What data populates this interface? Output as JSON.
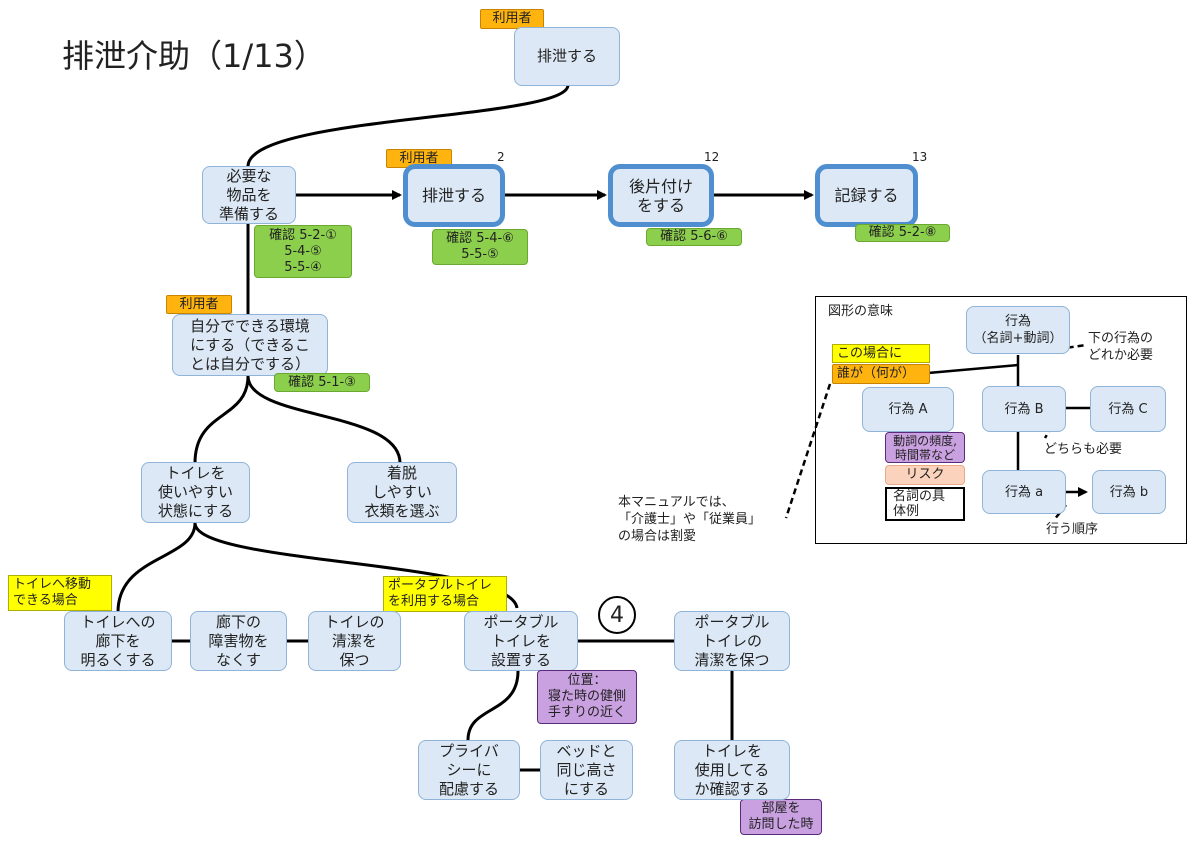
{
  "title": "排泄介助（1/13）",
  "tags": {
    "user_top": "利用者",
    "user_2": "利用者",
    "user_env": "利用者",
    "toilet_move": "トイレへ移動\nできる場合",
    "portable_use": "ポータブルトイレ\nを利用する場合"
  },
  "nodes": {
    "excrete_top": "排泄する",
    "prepare": "必要な\n物品を\n準備する",
    "excrete": "排泄する",
    "cleanup": "後片付け\nをする",
    "record": "記録する",
    "environment": "自分でできる環境\nにする（できるこ\nとは自分でする）",
    "toilet_easy": "トイレを\n使いやすい\n状態にする",
    "clothes": "着脱\nしやすい\n衣類を選ぶ",
    "corridor_light": "トイレへの\n廊下を\n明るくする",
    "corridor_obstacle": "廊下の\n障害物を\nなくす",
    "toilet_clean": "トイレの\n清潔を\n保つ",
    "portable_place": "ポータブル\nトイレを\n設置する",
    "portable_clean": "ポータブル\nトイレの\n清潔を保つ",
    "privacy": "プライバ\nシーに\n配慮する",
    "bed_height": "ベッドと\n同じ高さ\nにする",
    "toilet_check": "トイレを\n使用してる\nか確認する"
  },
  "step_numbers": {
    "excrete": "2",
    "cleanup": "12",
    "record": "13",
    "circle": "4"
  },
  "confirm": {
    "prepare": "確認 5-2-①\n5-4-⑤\n5-5-④",
    "excrete": "確認 5-4-⑥\n5-5-⑤",
    "cleanup": "確認 5-6-⑥",
    "record": "確認 5-2-⑧",
    "environment": "確認 5-1-③"
  },
  "notes": {
    "position": "位置：\n寝た時の健側\n手すりの近く",
    "room_visit": "部屋を\n訪問した時"
  },
  "legend": {
    "title": "図形の意味",
    "action": "行為\n（名詞+動詞）",
    "one_of": "下の行為の\nどれか必要",
    "condition": "この場合に",
    "who": "誰が（何が）",
    "action_a": "行為 A",
    "action_b_big": "行為 B",
    "action_c": "行為 C",
    "both_required": "どちらも必要",
    "frequency": "動詞の頻度,\n時間帯など",
    "risk": "リスク",
    "example": "名詞の具\n体例",
    "action_a_small": "行為 a",
    "action_b_small": "行為 b",
    "order": "行う順序",
    "manual_note": "本マニュアルでは、\n「介護士」や「従業員」\nの場合は割愛"
  },
  "colors": {
    "node_fill": "#dce8f5",
    "node_border": "#8fb3d9",
    "key_border": "#4f8fd0",
    "user_tag": "#ffb30f",
    "confirm": "#8ccf4d",
    "condition": "#ffff00",
    "note": "#c9a0e0",
    "risk": "#fbd2bb"
  }
}
